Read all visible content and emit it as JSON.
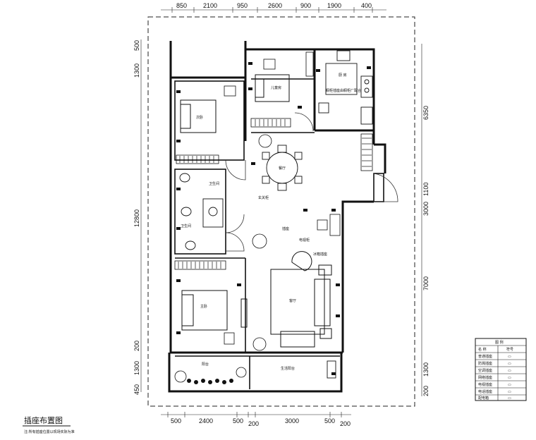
{
  "drawing": {
    "title": "插座布置图",
    "subtitle": "注:所有插座位置以现场实际为准",
    "top_dims": [
      "850",
      "2100",
      "950",
      "2600",
      "900",
      "1900",
      "400"
    ],
    "bottom_dims": [
      "500",
      "2400",
      "500",
      "200",
      "3000",
      "500",
      "200"
    ],
    "left_dims": [
      "500",
      "1300",
      "12800",
      "200",
      "1300",
      "450"
    ],
    "right_dims": [
      "6350",
      "1100",
      "3000",
      "7000",
      "1300",
      "200"
    ],
    "rooms": {
      "kitchen": "厨 房",
      "kitchen_note": "橱柜插座由橱柜厂配合",
      "child_bedroom": "儿童房",
      "second_bedroom": "次卧",
      "dining": "餐厅",
      "bath_a": "卫生间",
      "bath_b": "卫生间",
      "master_bedroom": "主卧",
      "living": "客厅",
      "balcony_a": "阳台",
      "balcony_b": "生活阳台",
      "note_a": "玄关柜",
      "note_b": "插座",
      "note_c": "电视柜",
      "note_d": "冰箱插座"
    },
    "legend": {
      "header": "图 例",
      "rows": [
        {
          "name": "名 称",
          "sym": "符号"
        },
        {
          "name": "普通插座",
          "sym": "▭"
        },
        {
          "name": "防溅插座",
          "sym": "▭"
        },
        {
          "name": "空调插座",
          "sym": "▭"
        },
        {
          "name": "网络插座",
          "sym": "▭"
        },
        {
          "name": "电视插座",
          "sym": "▭"
        },
        {
          "name": "电话插座",
          "sym": "▭"
        },
        {
          "name": "配电箱",
          "sym": "▭"
        }
      ]
    }
  }
}
